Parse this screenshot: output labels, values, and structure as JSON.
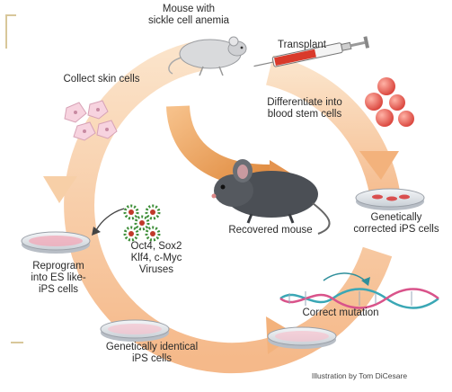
{
  "labels": {
    "mouse_sickle": [
      "Mouse with",
      "sickle cell anemia"
    ],
    "transplant": "Transplant",
    "collect_skin": "Collect skin cells",
    "differentiate": [
      "Differentiate into",
      "blood stem cells"
    ],
    "recovered": "Recovered mouse",
    "factors": [
      "Oct4, Sox2",
      "Klf4, c-Myc",
      "Viruses"
    ],
    "reprogram": [
      "Reprogram",
      "into ES like-",
      "iPS cells"
    ],
    "corrected": [
      "Genetically",
      "corrected iPS cells"
    ],
    "correct_mutation": "Correct mutation",
    "identical": [
      "Genetically identical",
      "iPS cells"
    ],
    "credit": "Illustration by Tom DiCesare"
  },
  "colors": {
    "cycle_arrow": "#f6c89a",
    "center_arrow": "#e9a45e",
    "dish_pink": "#f2a7b7",
    "dish_red": "#d94f4f",
    "blood_cell": "#e55a4a",
    "virus_green": "#3f8f3a",
    "virus_red": "#c0392b",
    "dna_teal": "#3aa7b5",
    "dna_pink": "#d9538a",
    "syringe_red": "#d93a2b"
  }
}
